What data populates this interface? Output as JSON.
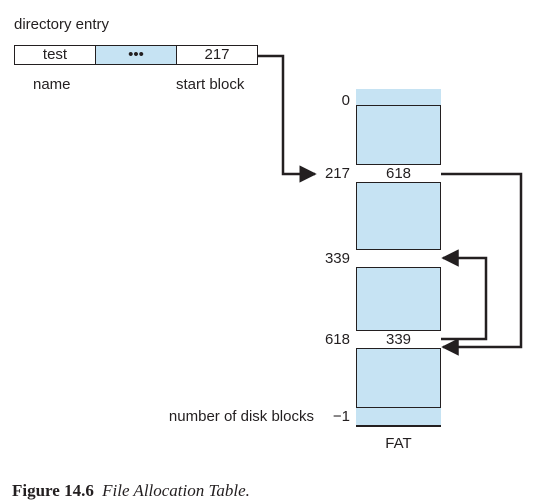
{
  "directory_entry": {
    "title": "directory entry",
    "fields": [
      {
        "value": "test",
        "label": "name"
      },
      {
        "value": "•••",
        "label": ""
      },
      {
        "value": "217",
        "label": "start block"
      }
    ]
  },
  "fat": {
    "label": "FAT",
    "rows": [
      {
        "index": "0",
        "value": ""
      },
      {
        "index": "217",
        "value": "618"
      },
      {
        "index": "339",
        "value": ""
      },
      {
        "index": "618",
        "value": "339"
      },
      {
        "index": "−1",
        "value": ""
      }
    ],
    "last_row_label": "number of disk blocks"
  },
  "caption": {
    "number": "Figure 14.6",
    "title": "File Allocation Table."
  },
  "colors": {
    "fill": "#c6e3f3",
    "stroke": "#231f20"
  }
}
